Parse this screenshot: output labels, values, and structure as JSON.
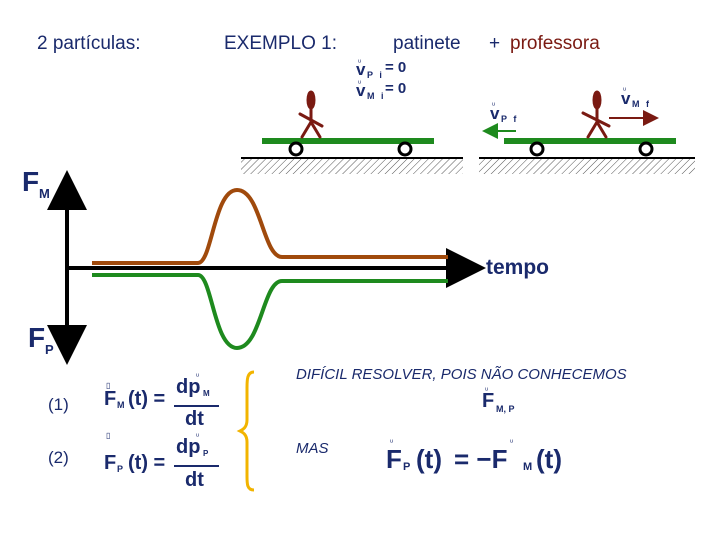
{
  "header": {
    "particles_label": "2 partículas:",
    "example_label": "EXEMPLO 1:",
    "scene_skate": "patinete",
    "scene_plus": "+",
    "scene_teacher": "professora"
  },
  "initial_conditions": {
    "vPi_symbol": "v",
    "vPi_sub": "P i",
    "vPi_eq": "= 0",
    "vMi_symbol": "v",
    "vMi_sub": "M i",
    "vMi_eq": "= 0"
  },
  "final_velocities": {
    "vPf_symbol": "v",
    "vPf_sub": "P f",
    "vMf_symbol": "v",
    "vMf_sub": "M f"
  },
  "graph": {
    "fm_symbol": "F",
    "fm_sub": "M",
    "fp_symbol": "F",
    "fp_sub": "P",
    "time_label": "tempo"
  },
  "equations": {
    "eq1_number": "(1)",
    "eq1_lhs": "F",
    "eq1_lhs_sub": "M",
    "eq1_lhs_arg": "(t) =",
    "eq1_num": "dp",
    "eq1_num_sub": "M",
    "eq1_den": "dt",
    "eq2_number": "(2)",
    "eq2_lhs": "F",
    "eq2_lhs_sub": "P",
    "eq2_lhs_arg": "(t) =",
    "eq2_num": "dp",
    "eq2_num_sub": "P",
    "eq2_den": "dt"
  },
  "notes": {
    "difficult": "DIFÍCIL RESOLVER, POIS NÃO CONHECEMOS",
    "force_symbol": "F",
    "force_sub": "M, P",
    "mas": "MAS",
    "rel_lhs": "F",
    "rel_lhs_sub": "P",
    "rel_lhs_arg": "(t)",
    "rel_eq": "= −F",
    "rel_rhs_sub": "M",
    "rel_rhs_arg": "(t)"
  },
  "colors": {
    "navy": "#1a2a6c",
    "maroon": "#7a1a12",
    "green": "#1e8a1e",
    "brown": "#a04a0c",
    "accent_bracket": "#f2b400",
    "black": "#000000"
  }
}
